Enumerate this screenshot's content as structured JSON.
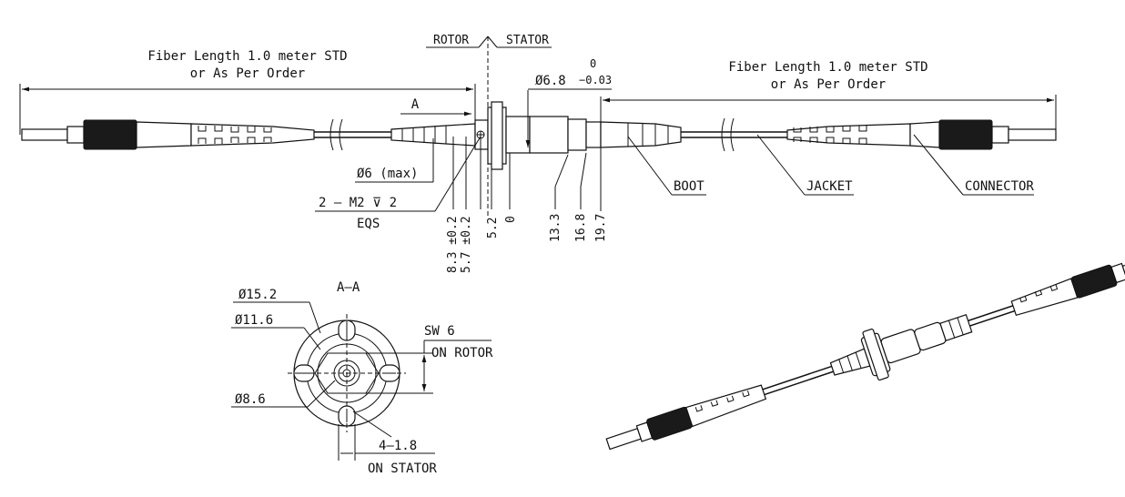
{
  "fiber_length_left": [
    "Fiber Length 1.0 meter STD",
    "or As Per Order"
  ],
  "fiber_length_right": [
    "Fiber Length 1.0 meter STD",
    "or As Per Order"
  ],
  "rotor_label": "ROTOR",
  "stator_label": "STATOR",
  "section_marker": "A",
  "section_title": "A–A",
  "od_label": "Ø6.8",
  "od_tol_upper": "0",
  "od_tol_lower": "−0.03",
  "max_dia_label": "Ø6 (max)",
  "thread_label": "2 –  M2 ⊽ 2",
  "eqs_label": "EQS",
  "dims_left": [
    "8.3 ±0.2",
    "5.7 ±0.2",
    "5.2",
    "0"
  ],
  "dims_right": [
    "13.3",
    "16.8",
    "19.7"
  ],
  "callouts": {
    "boot": "BOOT",
    "jacket": "JACKET",
    "connector": "CONNECTOR"
  },
  "section_dims": {
    "d152": "Ø15.2",
    "d116": "Ø11.6",
    "d86": "Ø8.6",
    "sw": "SW 6",
    "on_rotor": "ON ROTOR",
    "slot": "4–1.8",
    "on_stator": "ON STATOR"
  }
}
